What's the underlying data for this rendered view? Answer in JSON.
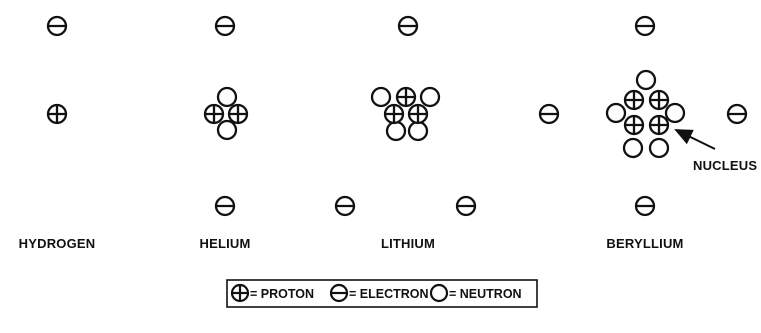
{
  "atoms": [
    {
      "name": "HYDROGEN",
      "protons": 1,
      "neutrons": 0,
      "electrons": 1
    },
    {
      "name": "HELIUM",
      "protons": 2,
      "neutrons": 2,
      "electrons": 2
    },
    {
      "name": "LITHIUM",
      "protons": 3,
      "neutrons": 4,
      "electrons": 3
    },
    {
      "name": "BERYLLIUM",
      "protons": 4,
      "neutrons": 5,
      "electrons": 4
    }
  ],
  "callout": {
    "label": "NUCLEUS"
  },
  "legend": {
    "proton_label": "= PROTON",
    "electron_label": "= ELECTRON",
    "neutron_label": "= NEUTRON"
  },
  "symbols": {
    "proton": "circle-with-plus-icon",
    "electron": "circle-with-minus-icon",
    "neutron": "empty-circle-icon"
  },
  "colors": {
    "ink": "#111111",
    "background": "#ffffff"
  }
}
